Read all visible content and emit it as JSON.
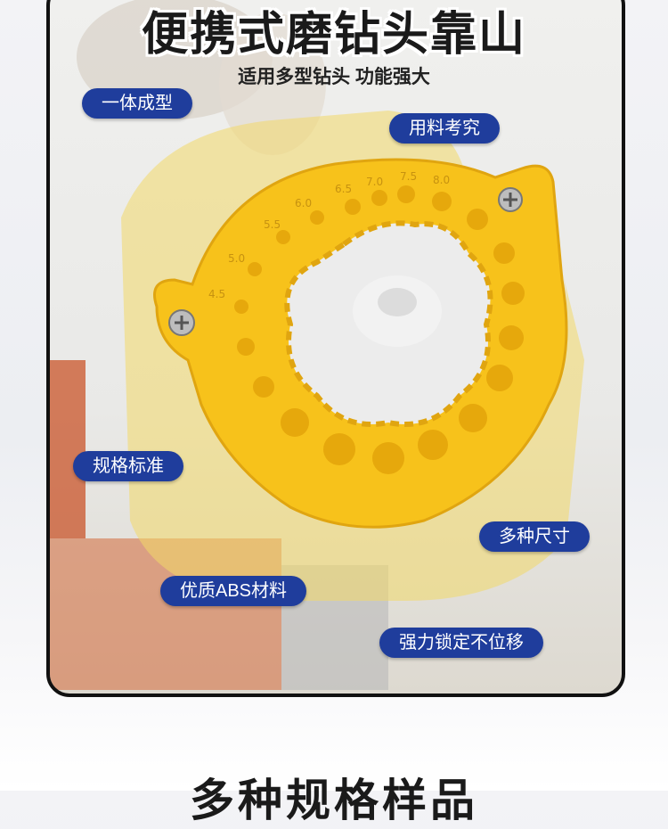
{
  "header": {
    "title": "便携式磨钻头靠山",
    "subtitle": "适用多型钻头 功能强大"
  },
  "tags": {
    "one_piece": "一体成型",
    "material_care": "用料考究",
    "standard_spec": "规格标准",
    "multiple_sizes": "多种尺寸",
    "abs_material": "优质ABS材料",
    "strong_lock": "强力锁定不位移"
  },
  "product": {
    "scale_labels": [
      "8.0",
      "7.5",
      "7.0",
      "6.5",
      "6.0",
      "5.5",
      "5.0",
      "4.5"
    ],
    "colors": {
      "gauge": "#f7c21b",
      "gauge_dark": "#e0a510",
      "tag_bg": "#1f3d9c"
    }
  },
  "footer": {
    "next_section_title": "多种规格样品"
  }
}
